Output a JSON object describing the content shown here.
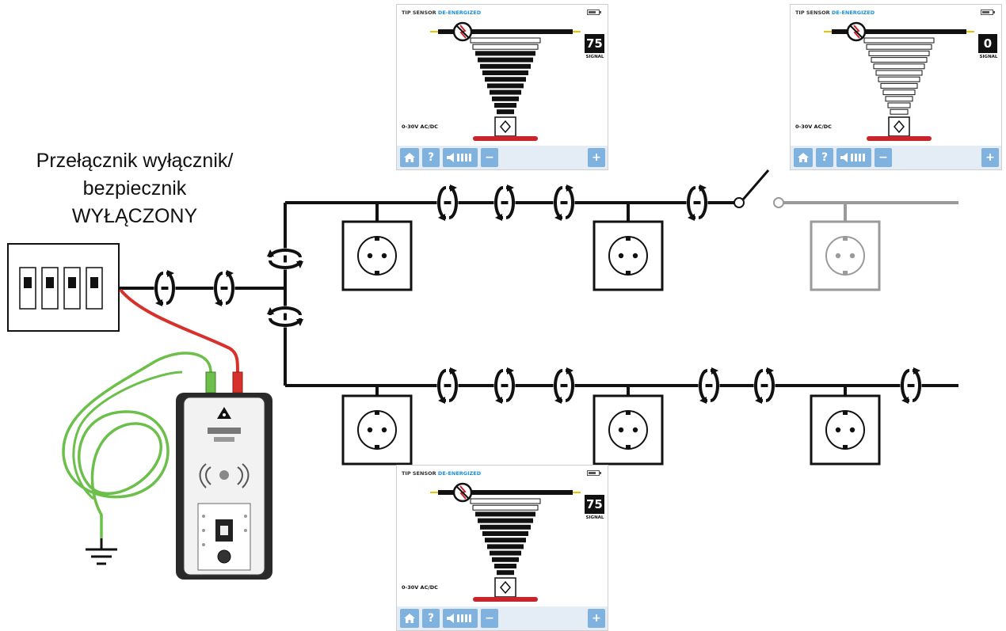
{
  "caption": {
    "line1": "Przełącznik wyłącznik/",
    "line2": "bezpiecznik",
    "line3": "WYŁĄCZONY"
  },
  "screens": [
    {
      "id": "top-left",
      "header_label": "TIP SENSOR",
      "header_state": "DE-ENERGIZED",
      "signal_value": "75",
      "signal_label": "SIGNAL",
      "signal_fraction": 0.75,
      "range_label": "0-30V AC/DC",
      "buttons": {
        "help": "?",
        "minus": "−",
        "plus": "+"
      }
    },
    {
      "id": "top-right",
      "header_label": "TIP SENSOR",
      "header_state": "DE-ENERGIZED",
      "signal_value": "0",
      "signal_label": "SIGNAL",
      "signal_fraction": 0,
      "range_label": "0-30V AC/DC",
      "buttons": {
        "help": "?",
        "minus": "−",
        "plus": "+"
      }
    },
    {
      "id": "bottom",
      "header_label": "TIP SENSOR",
      "header_state": "DE-ENERGIZED",
      "signal_value": "75",
      "signal_label": "SIGNAL",
      "signal_fraction": 0.75,
      "range_label": "0-30V AC/DC",
      "buttons": {
        "help": "?",
        "minus": "−",
        "plus": "+"
      }
    }
  ],
  "colors": {
    "wire": "#111111",
    "wire_off": "#9a9a9a",
    "lead_red": "#d6312b",
    "lead_green": "#6cbf4a",
    "state_blue": "#1d8fd8",
    "button_blue": "#7fb2df",
    "base_red": "#c8242b"
  },
  "icons": [
    "home-icon",
    "speaker-icon",
    "signal-ring-icon",
    "ground-icon",
    "switch-icon",
    "outlet-icon"
  ]
}
